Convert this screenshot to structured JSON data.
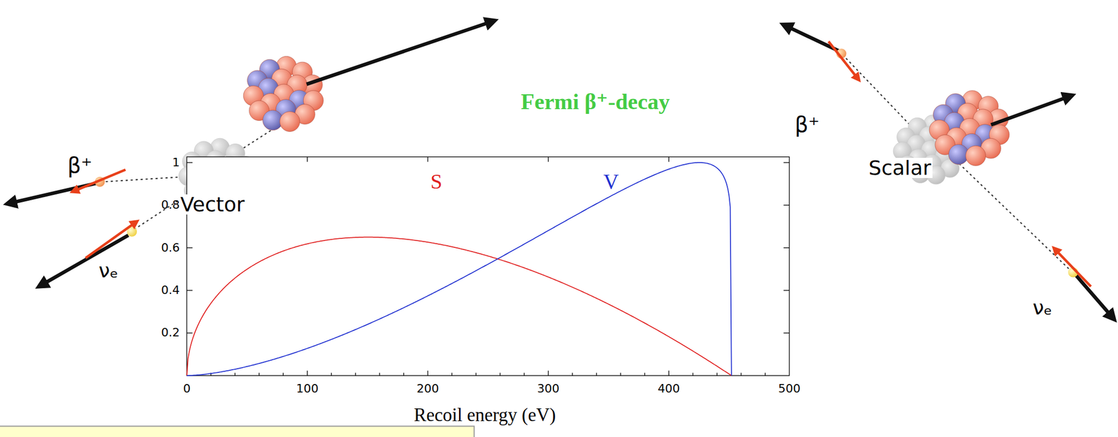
{
  "diagram": {
    "title": "Fermi β⁺-decay",
    "labels": [
      "β⁺",
      "Vector",
      "νₑ",
      "β⁺",
      "Scalar",
      "νₑ",
      "S",
      "V",
      "1",
      "0.8",
      "0.6",
      "0.4",
      "0.2",
      "0",
      "100",
      "200",
      "300",
      "400",
      "500",
      "Recoil energy (eV)"
    ]
  }
}
